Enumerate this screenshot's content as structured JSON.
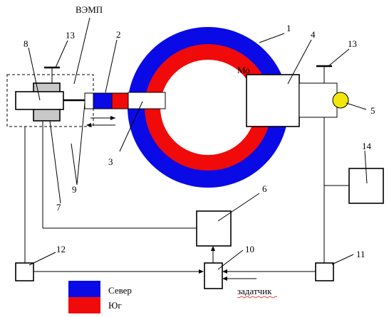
{
  "diagram": {
    "labels": {
      "vemp": "ВЭМП",
      "n1": "1",
      "n2": "2",
      "n3": "3",
      "n4": "4",
      "n5": "5",
      "n6": "6",
      "n7": "7",
      "n8": "8",
      "n9": "9",
      "n10": "10",
      "n11": "11",
      "n12": "12",
      "n13_left": "13",
      "n13_right": "13",
      "n14": "14",
      "mo": "Мо",
      "zadatchik": "задатчик"
    },
    "legend": [
      {
        "label": "Север",
        "color": "#0a0ae6"
      },
      {
        "label": "Юг",
        "color": "#f00a0a"
      }
    ],
    "colors": {
      "north": "#0a0ae6",
      "south": "#f00a0a",
      "lamp": "#f2e60a",
      "stator": "#c8c8c8"
    }
  }
}
